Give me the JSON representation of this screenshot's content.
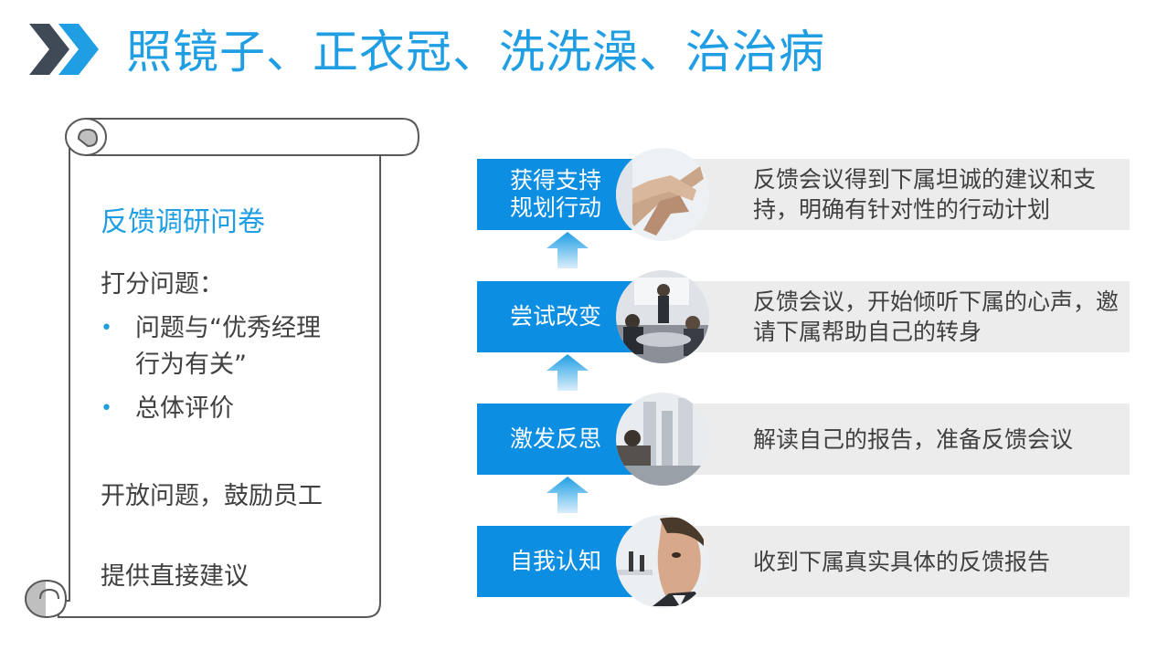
{
  "header": {
    "title": "照镜子、正衣冠、洗洗澡、治治病",
    "icon": "double-chevron-right-icon"
  },
  "survey": {
    "title": "反馈调研问卷",
    "scoring_label": "打分问题：",
    "bullets": [
      "问题与“优秀经理行为有关”",
      "总体评价"
    ],
    "open_question": "开放问题，鼓励员工",
    "suggestion": "提供直接建议"
  },
  "steps": [
    {
      "label": "获得支持\n规划行动",
      "description": "反馈会议得到下属坦诚的建议和支持，明确有针对性的行动计划",
      "photo": "stacked-hands-photo"
    },
    {
      "label": "尝试改变",
      "description": "反馈会议，开始倾听下属的心声，邀请下属帮助自己的转身",
      "photo": "meeting-room-photo"
    },
    {
      "label": "激发反思",
      "description": "解读自己的报告，准备反馈会议",
      "photo": "city-office-photo"
    },
    {
      "label": "自我认知",
      "description": "收到下属真实具体的反馈报告",
      "photo": "businessman-face-photo"
    }
  ],
  "colors": {
    "accent": "#1f9ee4",
    "step_blue": "#0c8ee2",
    "panel_grey": "#ececec",
    "text": "#404040"
  }
}
